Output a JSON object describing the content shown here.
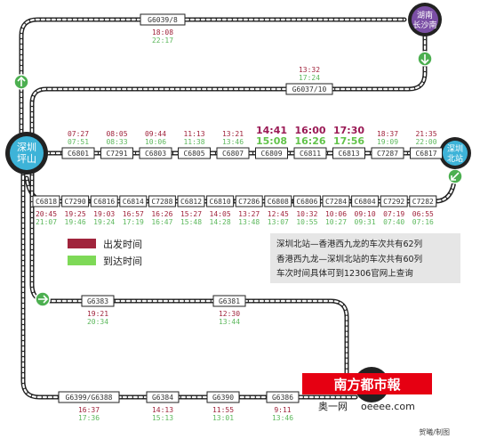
{
  "stations": {
    "shenzhen_pingshan": [
      "深圳",
      "坪山"
    ],
    "hunan_changsha": [
      "湖南",
      "长沙南"
    ],
    "shenzhen_north": [
      "深圳",
      "北站"
    ]
  },
  "legend": {
    "departure": "出发时间",
    "arrival": "到达时间",
    "departure_color": "#a0243c",
    "arrival_color": "#7ed957"
  },
  "note": {
    "line1": "深圳北站—香港西九龙的车次共有62列",
    "line2": "香港西九龙—深圳北站的车次共有60列",
    "line3": "车次时间具体可到12306官网上查询"
  },
  "top_trains": [
    {
      "code": "G6039/8",
      "dep": "18:08",
      "arr": "22:17"
    },
    {
      "code": "G6037/10",
      "dep": "13:32",
      "arr": "17:24"
    }
  ],
  "row1": [
    {
      "code": "C6801",
      "dep": "07:27",
      "arr": "07:51"
    },
    {
      "code": "C7291",
      "dep": "08:05",
      "arr": "08:33"
    },
    {
      "code": "C6803",
      "dep": "09:44",
      "arr": "10:06"
    },
    {
      "code": "C6805",
      "dep": "11:13",
      "arr": "11:38"
    },
    {
      "code": "C6807",
      "dep": "13:21",
      "arr": "13:46"
    },
    {
      "code": "C6809",
      "dep": "14:41",
      "arr": "15:08",
      "bold": true
    },
    {
      "code": "C6811",
      "dep": "16:00",
      "arr": "16:26",
      "bold": true
    },
    {
      "code": "C6813",
      "dep": "17:30",
      "arr": "17:56",
      "bold": true
    },
    {
      "code": "C7287",
      "dep": "18:37",
      "arr": "19:09"
    },
    {
      "code": "C6817",
      "dep": "21:35",
      "arr": "22:00"
    }
  ],
  "row2": [
    {
      "code": "C6818",
      "dep": "20:45",
      "arr": "21:07"
    },
    {
      "code": "C7290",
      "dep": "19:25",
      "arr": "19:46"
    },
    {
      "code": "C6816",
      "dep": "19:03",
      "arr": "19:24"
    },
    {
      "code": "C6814",
      "dep": "16:57",
      "arr": "17:19"
    },
    {
      "code": "C7288",
      "dep": "16:26",
      "arr": "16:47"
    },
    {
      "code": "C6812",
      "dep": "15:27",
      "arr": "15:48"
    },
    {
      "code": "C6810",
      "dep": "14:05",
      "arr": "14:28"
    },
    {
      "code": "C7286",
      "dep": "13:27",
      "arr": "13:48"
    },
    {
      "code": "C6808",
      "dep": "12:45",
      "arr": "13:07"
    },
    {
      "code": "C6806",
      "dep": "10:32",
      "arr": "10:55"
    },
    {
      "code": "C7284",
      "dep": "10:06",
      "arr": "10:27"
    },
    {
      "code": "C6804",
      "dep": "09:10",
      "arr": "09:31"
    },
    {
      "code": "C7292",
      "dep": "07:19",
      "arr": "07:40"
    },
    {
      "code": "C7282",
      "dep": "06:55",
      "arr": "07:16"
    }
  ],
  "row3": [
    {
      "code": "G6383",
      "dep": "19:21",
      "arr": "20:34"
    },
    {
      "code": "G6381",
      "dep": "12:30",
      "arr": "13:44"
    }
  ],
  "row4": [
    {
      "code": "G6399/G6388",
      "dep": "16:37",
      "arr": "17:36"
    },
    {
      "code": "G6384",
      "dep": "14:13",
      "arr": "15:13"
    },
    {
      "code": "G6390",
      "dep": "11:55",
      "arr": "13:01"
    },
    {
      "code": "G6386",
      "dep": "9:11",
      "arr": "13:46"
    }
  ],
  "logo": {
    "name": "南方都市報",
    "site": "奥一网",
    "url": "oeeee.com",
    "color": "#e60012"
  },
  "credit": "贺曦/制图"
}
